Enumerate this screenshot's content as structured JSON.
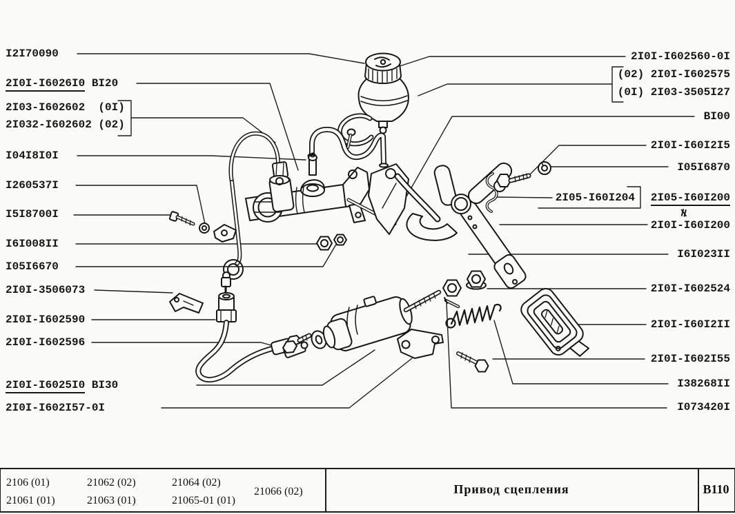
{
  "labels_left": [
    {
      "text": "I2I70090"
    },
    {
      "main": "2I0I-I6026I0",
      "suffix": " BI20"
    },
    {
      "text": "2I03-I602602  (0I)"
    },
    {
      "text": "2I032-I602602 (02)"
    },
    {
      "text": "I04I8I0I"
    },
    {
      "text": "I260537I"
    },
    {
      "text": "I5I8700I"
    },
    {
      "text": "I6I008II"
    },
    {
      "text": "I05I6670"
    },
    {
      "text": "2I0I-3506073"
    },
    {
      "text": "2I0I-I602590"
    },
    {
      "text": "2I0I-I602596"
    },
    {
      "main": "2I0I-I6025I0",
      "suffix": " BI30"
    },
    {
      "text": "2I0I-I602I57-0I"
    }
  ],
  "labels_right": [
    {
      "text": "2I0I-I602560-0I"
    },
    {
      "text": "(02) 2I0I-I602575"
    },
    {
      "text": "(0I) 2I03-3505I27"
    },
    {
      "text": "BI00"
    },
    {
      "text": "2I0I-I60I2I5"
    },
    {
      "text": "I05I6870"
    },
    {
      "text": "2I05-I60I204"
    },
    {
      "text": "2I05-I60I200"
    },
    {
      "text": "2I0I-I60I200"
    },
    {
      "text": "I6I023II"
    },
    {
      "text": "2I0I-I602524"
    },
    {
      "text": "2I0I-I60I2II"
    },
    {
      "text": "2I0I-I602I55"
    },
    {
      "text": "I38268II"
    },
    {
      "text": "I073420I"
    }
  ],
  "symbols": {
    "not_equal": "≠"
  },
  "footer": {
    "models_row1": [
      "2106 (01)",
      "21062 (02)",
      "21064 (02)"
    ],
    "models_row2": [
      "21061 (01)",
      "21063 (01)",
      "21065-01 (01)"
    ],
    "model_center": "21066 (02)",
    "title": "Привод сцепления",
    "sheet_code": "B110"
  }
}
